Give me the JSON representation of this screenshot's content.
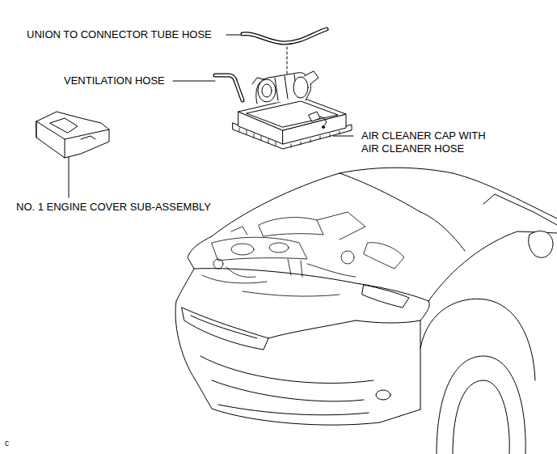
{
  "diagram": {
    "labels": [
      "UNION TO CONNECTOR TUBE HOSE",
      "VENTILATION HOSE",
      "AIR CLEANER CAP WITH AIR CLEANER HOSE",
      "NO. 1 ENGINE COVER SUB-ASSEMBLY",
      "c"
    ]
  }
}
